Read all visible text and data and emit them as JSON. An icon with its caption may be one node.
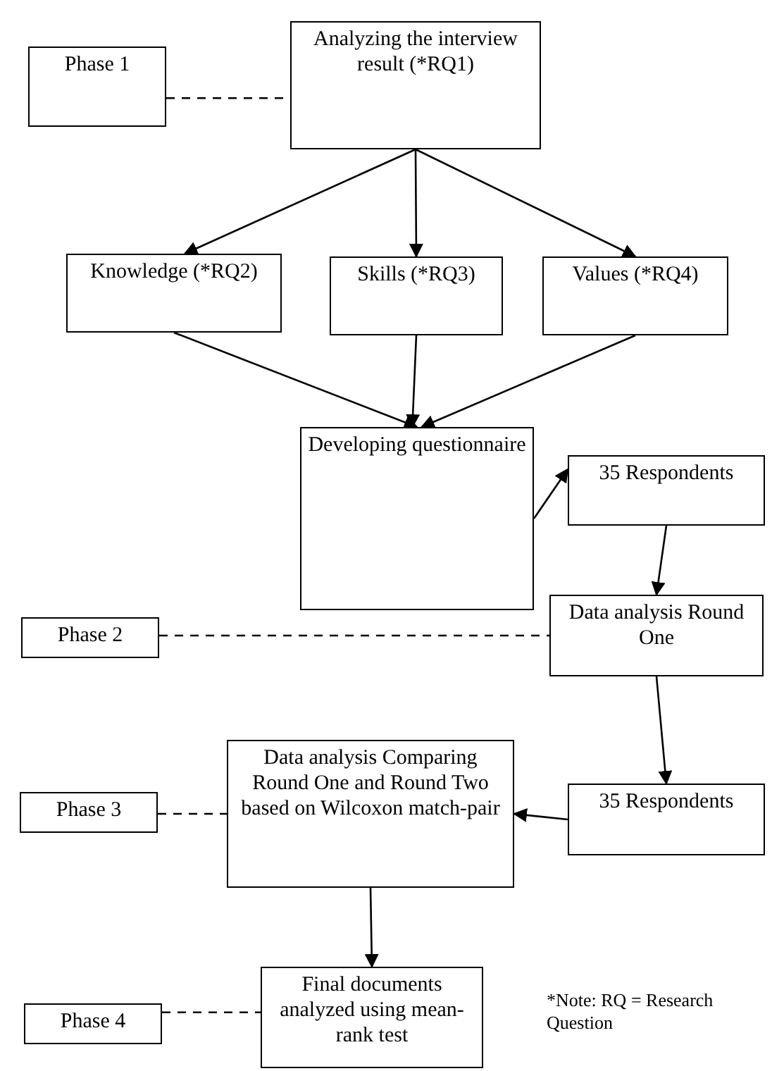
{
  "diagram": {
    "nodes": [
      {
        "text": [
          "Phase 1"
        ]
      },
      {
        "text": [
          "Analyzing the interview result (*RQ1)"
        ]
      },
      {
        "text": [
          "Knowledge (*RQ2)"
        ]
      },
      {
        "text": [
          "Skills (*RQ3)"
        ]
      },
      {
        "text": [
          "Values (*RQ4)"
        ]
      },
      {
        "text": [
          "Developing questionnaire"
        ]
      },
      {
        "text": [
          "35 Respondents"
        ]
      },
      {
        "text": [
          "Phase 2"
        ]
      },
      {
        "text": [
          "Data analysis Round One"
        ]
      },
      {
        "text": [
          "Data analysis Comparing Round One and Round Two based on Wilcoxon match-pair"
        ]
      },
      {
        "text": [
          "35 Respondents"
        ]
      },
      {
        "text": [
          "Phase 3"
        ]
      },
      {
        "text": [
          "Final documents analyzed using mean-rank test"
        ]
      },
      {
        "text": [
          "Phase 4"
        ]
      }
    ],
    "edges": [
      {
        "from": 0,
        "to": 1,
        "arrow": "none",
        "style": "dashed"
      },
      {
        "from": 1,
        "to": 2,
        "arrow": "to"
      },
      {
        "from": 1,
        "to": 3,
        "arrow": "to"
      },
      {
        "from": 1,
        "to": 4,
        "arrow": "to"
      },
      {
        "from": 2,
        "to": 5,
        "arrow": "to"
      },
      {
        "from": 3,
        "to": 5,
        "arrow": "to"
      },
      {
        "from": 4,
        "to": 5,
        "arrow": "to"
      },
      {
        "from": 5,
        "to": 6,
        "arrow": "to"
      },
      {
        "from": 6,
        "to": 8,
        "arrow": "to"
      },
      {
        "from": 7,
        "to": 8,
        "arrow": "none",
        "style": "dashed"
      },
      {
        "from": 8,
        "to": 10,
        "arrow": "to"
      },
      {
        "from": 10,
        "to": 9,
        "arrow": "to"
      },
      {
        "from": 11,
        "to": 9,
        "arrow": "none",
        "style": "dashed"
      },
      {
        "from": 9,
        "to": 12,
        "arrow": "to"
      },
      {
        "from": 13,
        "to": 12,
        "arrow": "none",
        "style": "dashed"
      }
    ],
    "labels": [
      "*Note: RQ = Research Question"
    ]
  }
}
